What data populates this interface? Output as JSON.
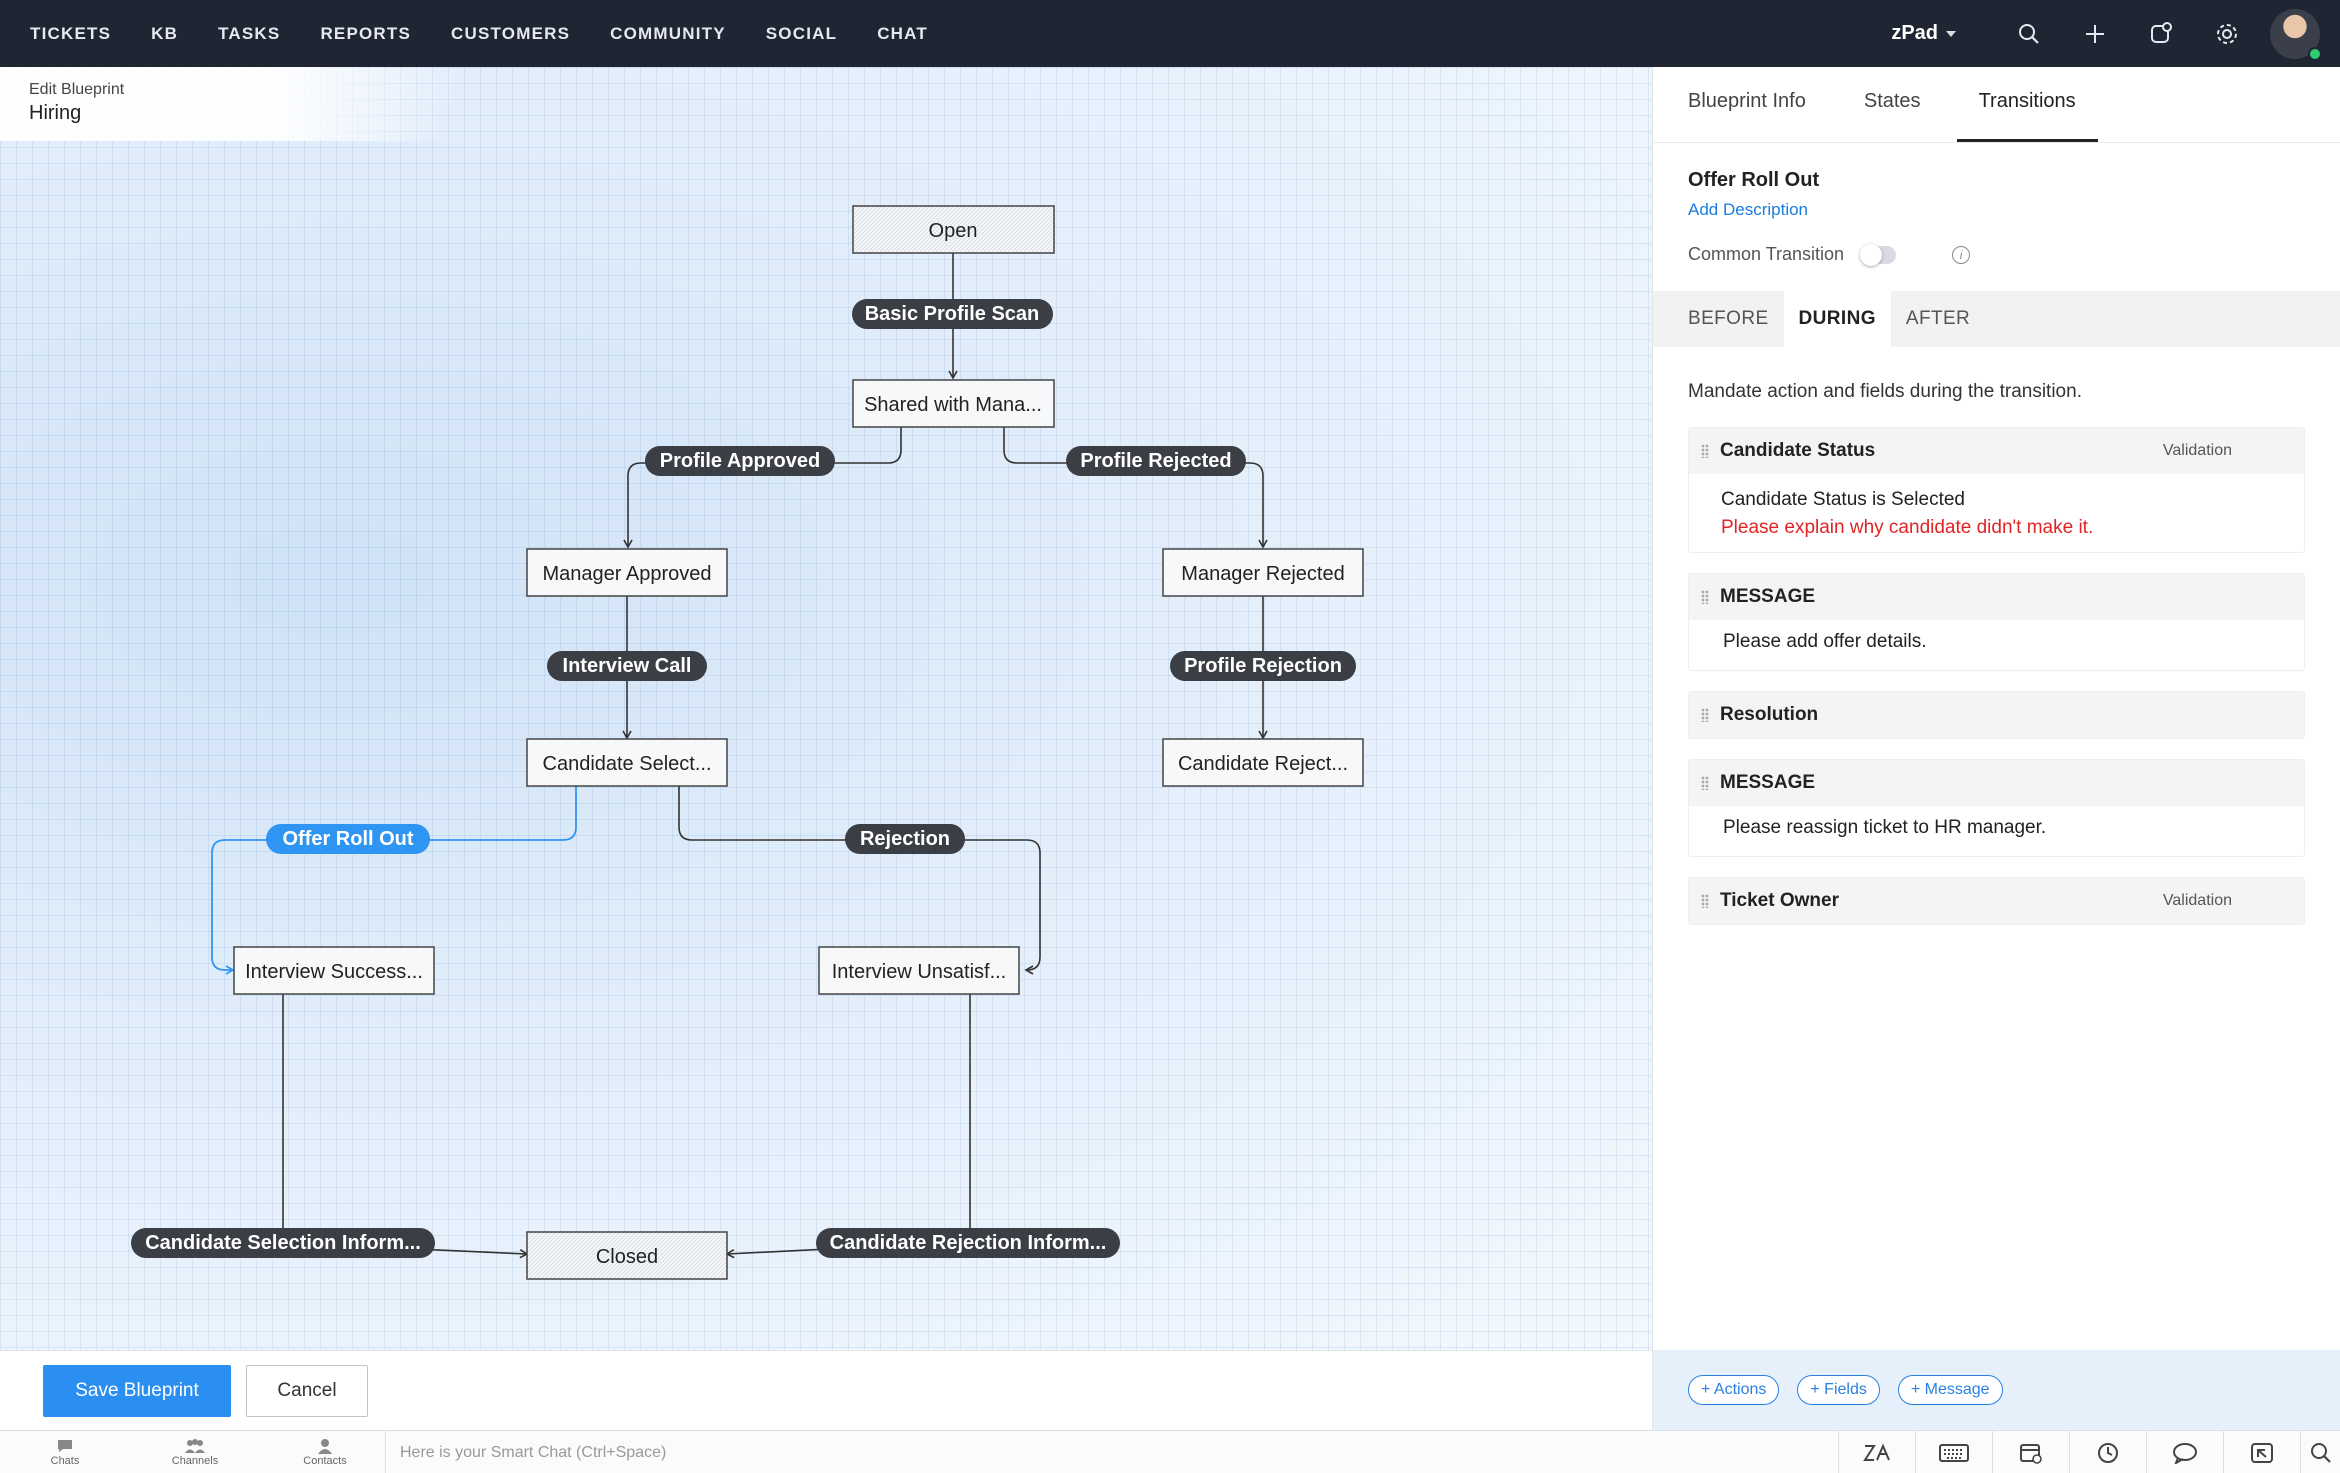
{
  "nav": {
    "items": [
      "TICKETS",
      "KB",
      "TASKS",
      "REPORTS",
      "CUSTOMERS",
      "COMMUNITY",
      "SOCIAL",
      "CHAT"
    ],
    "portal": "zPad",
    "icons": [
      "search-icon",
      "plus-icon",
      "notification-icon",
      "gear-icon",
      "avatar"
    ]
  },
  "breadcrumb": {
    "parent": "Edit Blueprint",
    "title": "Hiring"
  },
  "blueprint": {
    "states": {
      "open": "Open",
      "shared": "Shared with Mana...",
      "manager_approved": "Manager Approved",
      "manager_rejected": "Manager Rejected",
      "candidate_selected": "Candidate Select...",
      "candidate_rejected": "Candidate Reject...",
      "interview_success": "Interview Success...",
      "interview_unsatisfactory": "Interview Unsatisf...",
      "closed": "Closed"
    },
    "transitions": {
      "basic_profile_scan": "Basic Profile Scan",
      "profile_approved": "Profile Approved",
      "profile_rejected": "Profile Rejected",
      "interview_call": "Interview Call",
      "profile_rejection": "Profile Rejection",
      "offer_roll_out": "Offer Roll Out",
      "rejection": "Rejection",
      "candidate_selection_inform": "Candidate Selection Inform...",
      "candidate_rejection_inform": "Candidate Rejection Inform..."
    },
    "selected_transition": "Offer Roll Out"
  },
  "footer": {
    "save": "Save Blueprint",
    "cancel": "Cancel"
  },
  "panel": {
    "tabs": [
      "Blueprint Info",
      "States",
      "Transitions"
    ],
    "active_tab": "Transitions",
    "transition_name": "Offer Roll Out",
    "add_description": "Add Description",
    "common_transition_label": "Common Transition",
    "common_transition_on": false,
    "phases": [
      "BEFORE",
      "DURING",
      "AFTER"
    ],
    "active_phase": "DURING",
    "description": "Mandate action and fields during the transition.",
    "rules": [
      {
        "title": "Candidate Status",
        "tag": "Validation",
        "line1": "Candidate Status is Selected",
        "line2": "Please explain why candidate didn't make it."
      },
      {
        "title": "MESSAGE",
        "text": "Please add offer details."
      },
      {
        "title": "Resolution"
      },
      {
        "title": "MESSAGE",
        "text": "Please reassign ticket to HR manager."
      },
      {
        "title": "Ticket Owner",
        "tag": "Validation"
      }
    ],
    "footer_buttons": [
      "+ Actions",
      "+ Fields",
      "+ Message"
    ]
  },
  "bottombar": {
    "items": [
      "Chats",
      "Channels",
      "Contacts"
    ],
    "smartchat_placeholder": "Here is your Smart Chat (Ctrl+Space)"
  },
  "colors": {
    "nav_bg": "#1f2532",
    "accent": "#2a8ff0",
    "selected_transition": "#2f95f2",
    "transition_pill": "#3b3e44",
    "error": "#e02424"
  }
}
